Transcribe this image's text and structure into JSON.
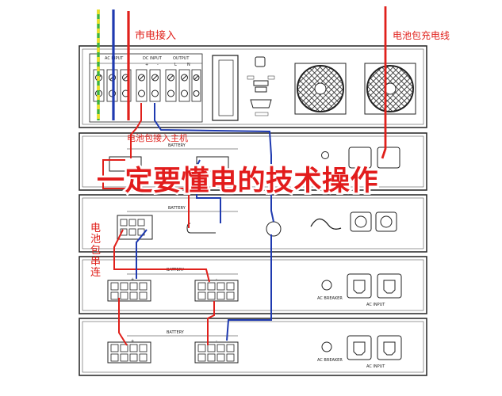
{
  "labels": {
    "mains_input": "市电接入",
    "battery_charge_line": "电池包充电线",
    "battery_to_host": "电池包接入主机",
    "banner": "一定要懂电的技术操作",
    "battery_series": [
      "电",
      "池",
      "包",
      "串",
      "连"
    ]
  },
  "terminal_groups": {
    "ac_input": "AC INPUT",
    "dc_input": "DC INPUT",
    "output": "OUTPUT",
    "dc_plus": "+",
    "dc_minus": "-",
    "out_l": "L",
    "out_n": "N"
  },
  "panels": {
    "battery": "BATTERY",
    "ac_breaker": "AC BREAKER",
    "ac_input": "AC INPUT",
    "plus": "+",
    "minus": "-"
  },
  "colors": {
    "red_wire": "#e0201b",
    "blue_wire": "#1f3ab0",
    "ground_green": "#3db33a",
    "ground_yellow": "#f0e020"
  }
}
